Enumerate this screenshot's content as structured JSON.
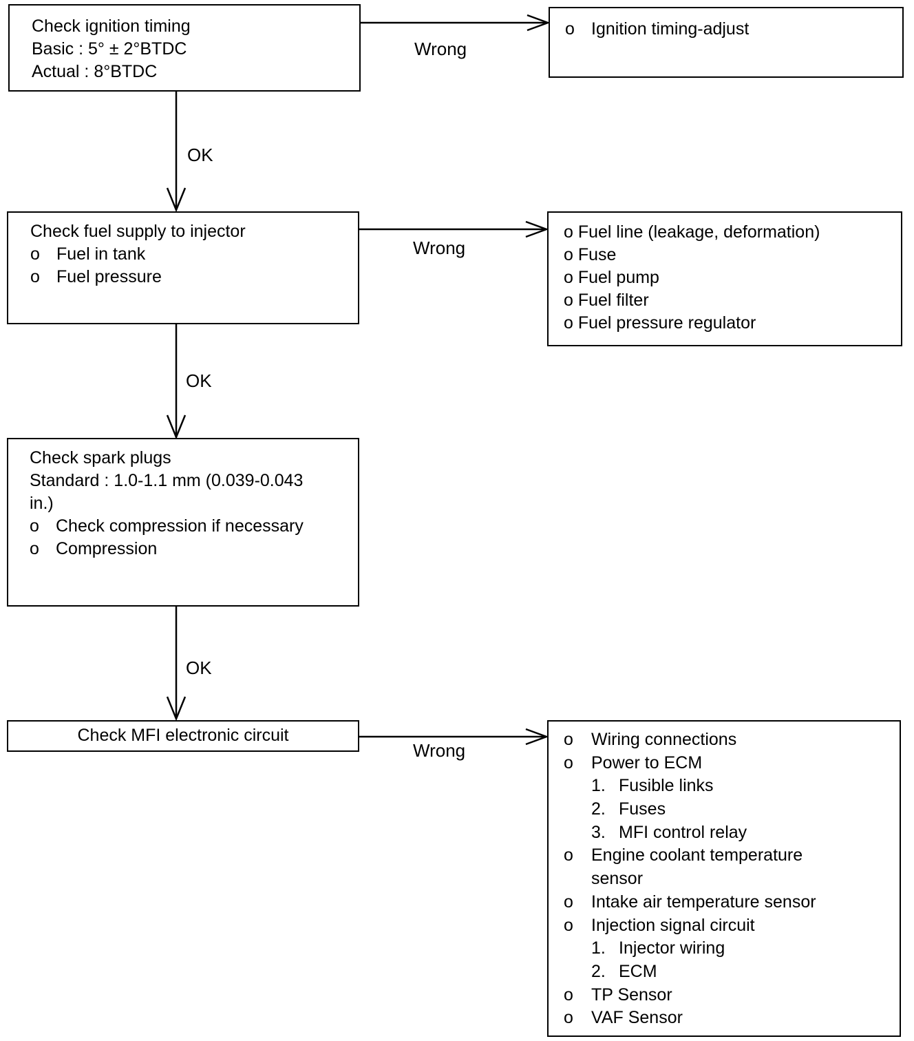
{
  "step1": {
    "lines": [
      "Check ignition timing",
      "Basic : 5° ± 2°BTDC",
      "Actual : 8°BTDC"
    ],
    "wrong_label": "Wrong",
    "ok_label": "OK",
    "remedy": {
      "bullet": "o",
      "text": "Ignition timing-adjust"
    }
  },
  "step2": {
    "title": "Check fuel supply to injector",
    "items": [
      {
        "bullet": "o",
        "text": "Fuel in tank"
      },
      {
        "bullet": "o",
        "text": "Fuel pressure"
      }
    ],
    "wrong_label": "Wrong",
    "ok_label": "OK",
    "remedies": [
      "o Fuel line (leakage, deformation)",
      "o Fuse",
      "o Fuel pump",
      "o Fuel filter",
      "o Fuel pressure regulator"
    ]
  },
  "step3": {
    "lines": [
      "Check spark plugs",
      "Standard : 1.0-1.1 mm (0.039-0.043",
      "in.)"
    ],
    "items": [
      {
        "bullet": "o",
        "text": "Check compression if necessary"
      },
      {
        "bullet": "o",
        "text": "Compression"
      }
    ],
    "ok_label": "OK"
  },
  "step4": {
    "title": "Check MFI electronic circuit",
    "wrong_label": "Wrong",
    "remedies": [
      {
        "bullet": "o",
        "text": "Wiring connections"
      },
      {
        "bullet": "o",
        "text": "Power to ECM"
      },
      {
        "num": "1.",
        "text": "Fusible links"
      },
      {
        "num": "2.",
        "text": "Fuses"
      },
      {
        "num": "3.",
        "text": "MFI control relay"
      },
      {
        "bullet": "o",
        "text": "Engine coolant temperature"
      },
      {
        "cont": "",
        "text": "sensor"
      },
      {
        "bullet": "o",
        "text": "Intake air temperature sensor"
      },
      {
        "bullet": "o",
        "text": "Injection signal circuit"
      },
      {
        "num": "1.",
        "text": "Injector wiring"
      },
      {
        "num": "2.",
        "text": "ECM"
      },
      {
        "bullet": "o",
        "text": "TP Sensor"
      },
      {
        "bullet": "o",
        "text": "VAF Sensor"
      }
    ]
  }
}
